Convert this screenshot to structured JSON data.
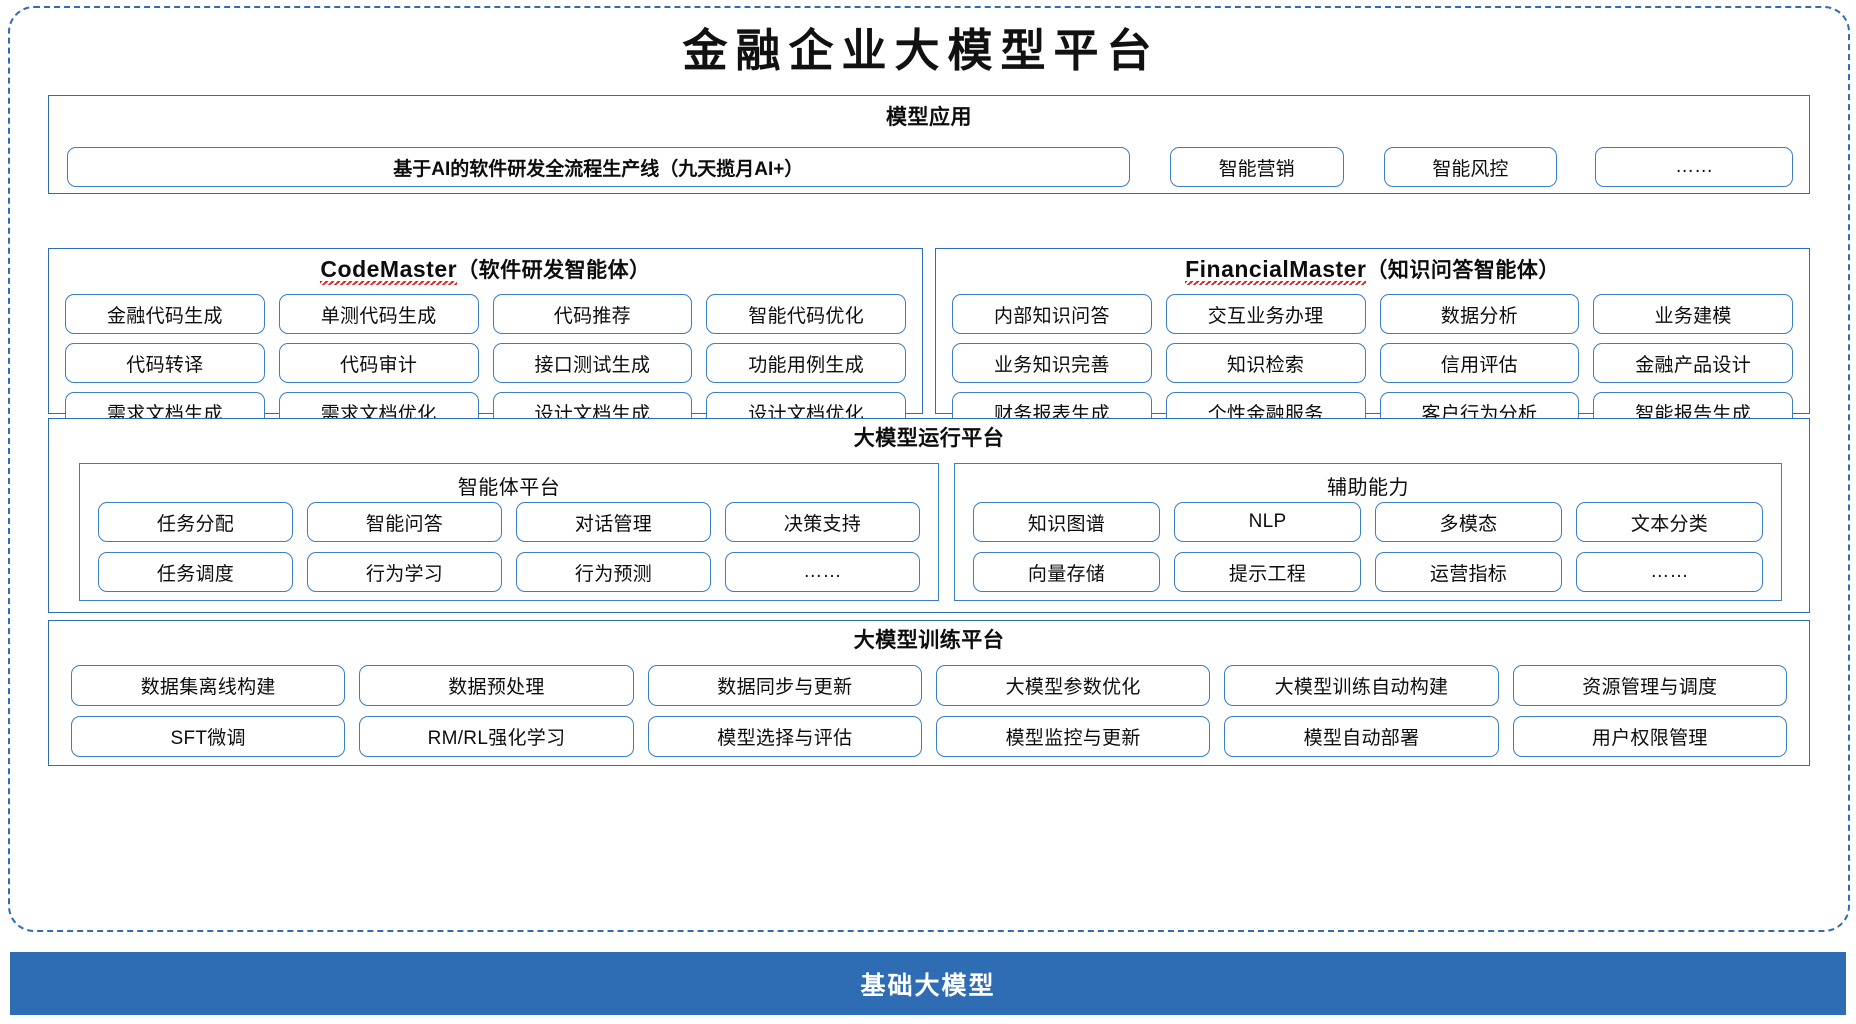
{
  "title": "金融企业大模型平台",
  "colors": {
    "frame_dashed": "#2E6DB4",
    "panel_border": "#2E6DB4",
    "box_border": "#3a7ec4",
    "base_bar_bg": "#2E6DB4",
    "base_bar_text": "#FFFFFF",
    "spellcheck_underline": "#E02020"
  },
  "model_application": {
    "title": "模型应用",
    "pipeline": "基于AI的软件研发全流程生产线（九天揽月AI+）",
    "apps": [
      "智能营销",
      "智能风控",
      "……"
    ]
  },
  "agents": [
    {
      "name_en": "CodeMaster",
      "name_cn": "（软件研发智能体）",
      "rows": [
        [
          "金融代码生成",
          "单测代码生成",
          "代码推荐",
          "智能代码优化"
        ],
        [
          "代码转译",
          "代码审计",
          "接口测试生成",
          "功能用例生成"
        ],
        [
          "需求文档生成",
          "需求文档优化",
          "设计文档生成",
          "设计文档优化"
        ]
      ]
    },
    {
      "name_en": "FinancialMaster",
      "name_cn": "（知识问答智能体）",
      "rows": [
        [
          "内部知识问答",
          "交互业务办理",
          "数据分析",
          "业务建模"
        ],
        [
          "业务知识完善",
          "知识检索",
          "信用评估",
          "金融产品设计"
        ],
        [
          "财务报表生成",
          "个性金融服务",
          "客户行为分析",
          "智能报告生成"
        ]
      ]
    }
  ],
  "runtime_platform": {
    "title": "大模型运行平台",
    "sub_panels": [
      {
        "title": "智能体平台",
        "rows": [
          [
            "任务分配",
            "智能问答",
            "对话管理",
            "决策支持"
          ],
          [
            "任务调度",
            "行为学习",
            "行为预测",
            "……"
          ]
        ]
      },
      {
        "title": "辅助能力",
        "rows": [
          [
            "知识图谱",
            "NLP",
            "多模态",
            "文本分类"
          ],
          [
            "向量存储",
            "提示工程",
            "运营指标",
            "……"
          ]
        ]
      }
    ]
  },
  "training_platform": {
    "title": "大模型训练平台",
    "rows": [
      [
        "数据集离线构建",
        "数据预处理",
        "数据同步与更新",
        "大模型参数优化",
        "大模型训练自动构建",
        "资源管理与调度"
      ],
      [
        "SFT微调",
        "RM/RL强化学习",
        "模型选择与评估",
        "模型监控与更新",
        "模型自动部署",
        "用户权限管理"
      ]
    ]
  },
  "base_model": {
    "label": "基础大模型"
  }
}
